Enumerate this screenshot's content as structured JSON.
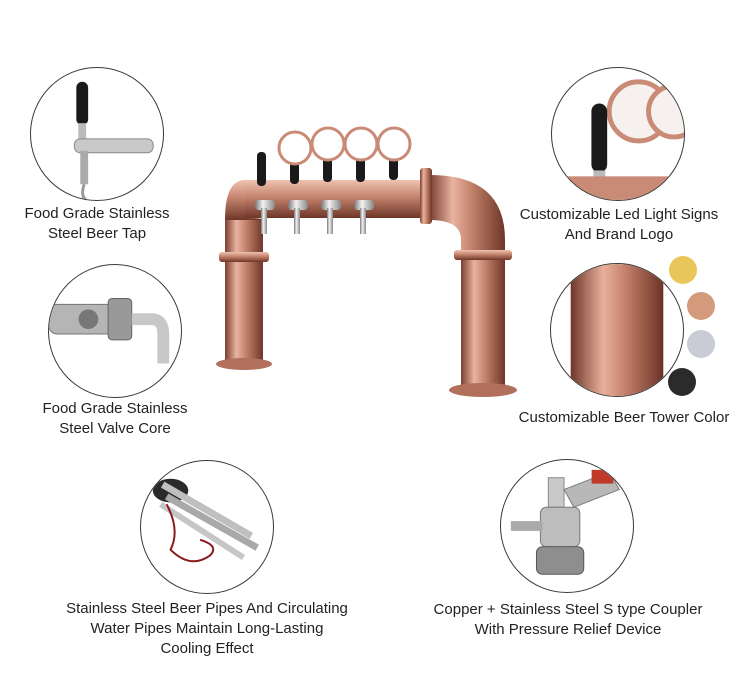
{
  "features": {
    "beer_tap": {
      "line1": "Food Grade Stainless",
      "line2": "Steel Beer Tap"
    },
    "valve_core": {
      "line1": "Food Grade Stainless",
      "line2": "Steel Valve Core"
    },
    "beer_pipes": {
      "line1": "Stainless Steel Beer Pipes And Circulating",
      "line2": "Water Pipes Maintain Long-Lasting",
      "line3": "Cooling Effect"
    },
    "led_signs": {
      "line1": "Customizable Led Light Signs",
      "line2": "And Brand Logo"
    },
    "tower_color": {
      "line1": "Customizable Beer Tower Color"
    },
    "coupler": {
      "line1": "Copper + Stainless Steel S type Coupler",
      "line2": "With Pressure Relief Device"
    }
  },
  "colors": {
    "rose_gold": "#c98a76",
    "swatches": [
      "#e8c65a",
      "#d49a7c",
      "#c9ccd4",
      "#2b2b2b"
    ]
  }
}
